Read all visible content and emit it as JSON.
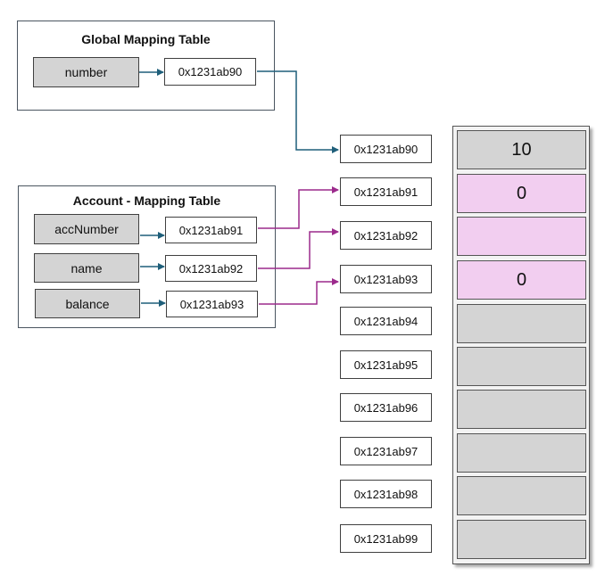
{
  "global_table": {
    "title": "Global Mapping Table",
    "rows": [
      {
        "name": "number",
        "address": "0x1231ab90"
      }
    ]
  },
  "account_table": {
    "title": "Account - Mapping Table",
    "rows": [
      {
        "name": "accNumber",
        "address": "0x1231ab91"
      },
      {
        "name": "name",
        "address": "0x1231ab92"
      },
      {
        "name": "balance",
        "address": "0x1231ab93"
      }
    ]
  },
  "memory": {
    "addresses": [
      "0x1231ab90",
      "0x1231ab91",
      "0x1231ab92",
      "0x1231ab93",
      "0x1231ab94",
      "0x1231ab95",
      "0x1231ab96",
      "0x1231ab97",
      "0x1231ab98",
      "0x1231ab99"
    ],
    "cells": [
      {
        "value": "10",
        "highlighted": false
      },
      {
        "value": "0",
        "highlighted": true
      },
      {
        "value": "",
        "highlighted": true
      },
      {
        "value": "0",
        "highlighted": true
      },
      {
        "value": "",
        "highlighted": false
      },
      {
        "value": "",
        "highlighted": false
      },
      {
        "value": "",
        "highlighted": false
      },
      {
        "value": "",
        "highlighted": false
      },
      {
        "value": "",
        "highlighted": false
      },
      {
        "value": "",
        "highlighted": false
      }
    ]
  },
  "colors": {
    "global_arrow": "#1f5f7a",
    "account_arrow": "#9c2a8c",
    "cell_gray": "#d4d4d4",
    "cell_highlight": "#f2cef0"
  }
}
